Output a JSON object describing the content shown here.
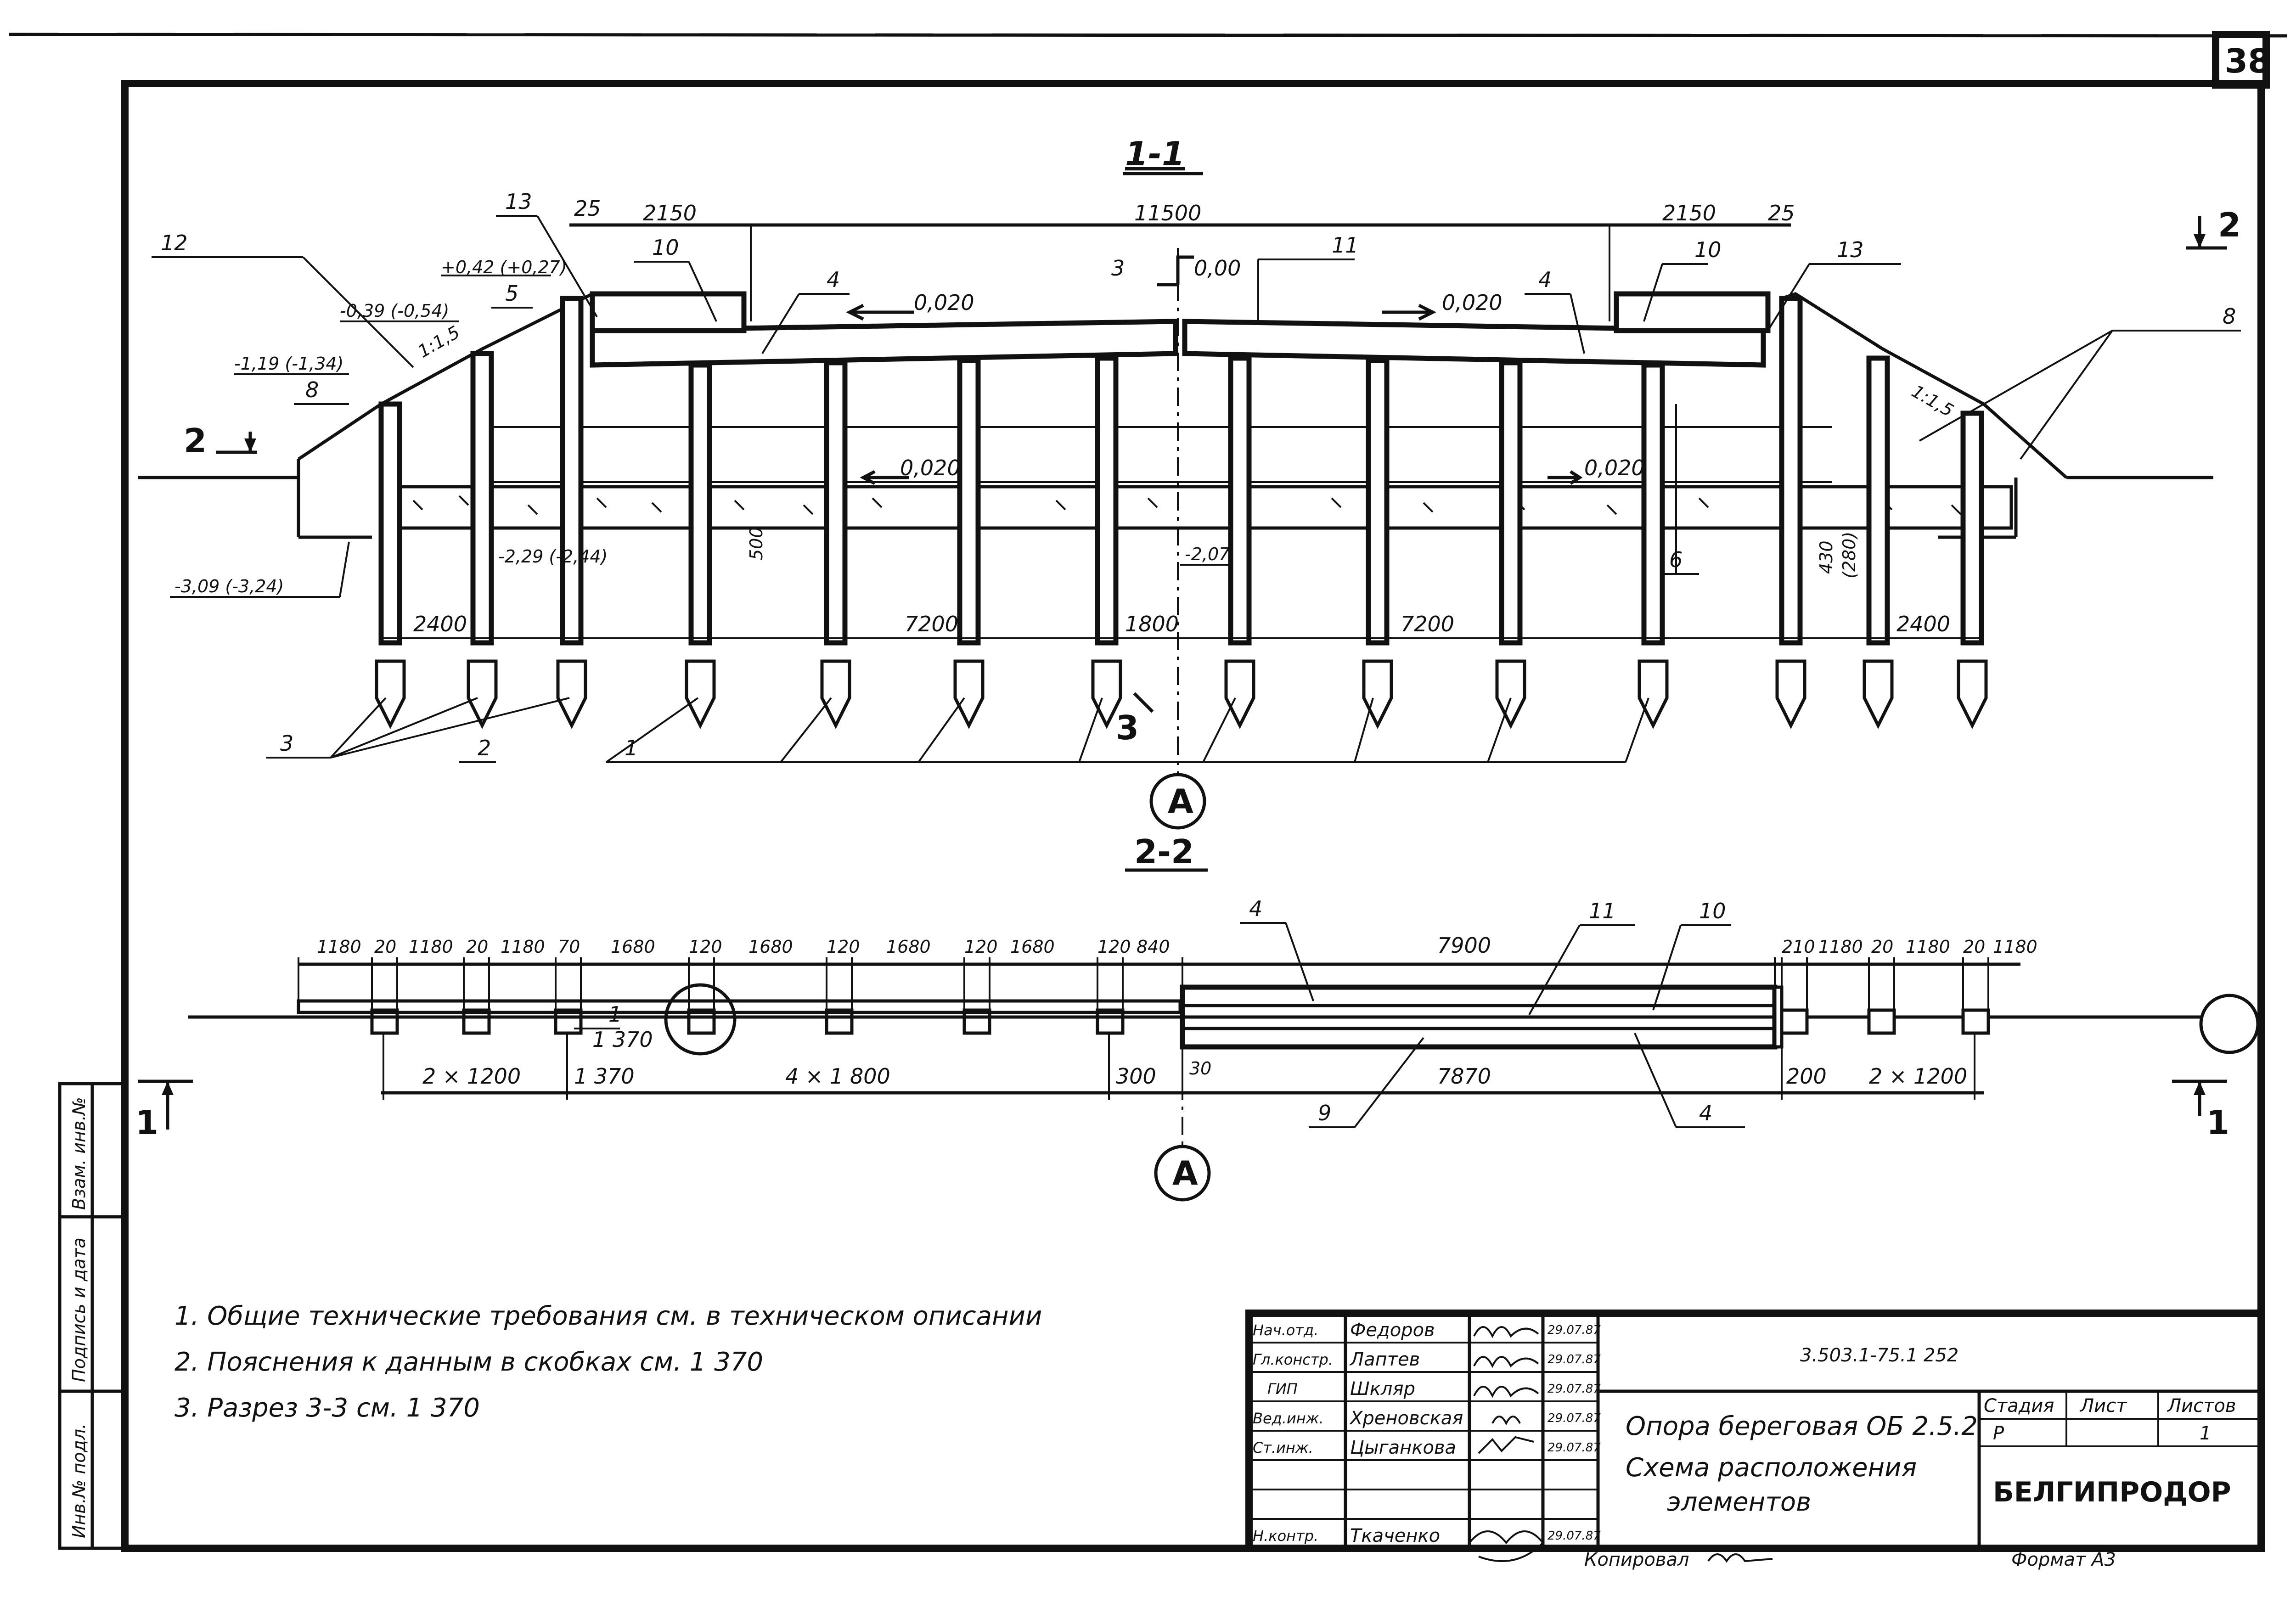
{
  "page_number": "38",
  "section_1_1": {
    "title": "1-1",
    "dim_top": [
      "25",
      "2150",
      "11500",
      "2150",
      "25"
    ],
    "slope_labels": [
      "0,020",
      "0,020"
    ],
    "slope_labels_lower": [
      "0,020",
      "0,020"
    ],
    "zero_mark": "0,00",
    "elevations": {
      "e1": "+0,42 (+0,27)",
      "e2": "-0,39 (-0,54)",
      "e3": "-1,19 (-1,34)",
      "e4": "-3,09 (-3,24)",
      "e5": "-2,29 (-2,44)",
      "e6": "-2,07"
    },
    "slope_ratio_left": "1:1,5",
    "slope_ratio_right": "1:1,5",
    "dim_500": "500",
    "dim_430": "430",
    "dim_280": "(280)",
    "bottom_dims": [
      "2400",
      "7200",
      "1800",
      "7200",
      "2400"
    ],
    "callouts_top": [
      "12",
      "13",
      "10",
      "4",
      "3",
      "11",
      "10",
      "4",
      "13",
      "8"
    ],
    "callouts_mid": [
      "8",
      "5",
      "6"
    ],
    "callouts_bottom": [
      "3",
      "2",
      "1"
    ],
    "section_marker_2_left": "2",
    "section_marker_2_right": "2",
    "section_marker_3": "3",
    "axis_label": "A"
  },
  "section_2_2": {
    "title": "2-2",
    "top_dims": [
      "1180",
      "20",
      "1180",
      "20",
      "1180",
      "70",
      "1680",
      "120",
      "1680",
      "120",
      "1680",
      "120",
      "1680",
      "120",
      "840",
      "7900",
      "210",
      "1180",
      "20",
      "1180",
      "20",
      "1180"
    ],
    "bottom_dims": [
      "2 × 1200",
      "1 370",
      "4 × 1 800",
      "300",
      "30",
      "7870",
      "200",
      "2 × 1200"
    ],
    "callouts": [
      "4",
      "11",
      "10",
      "9",
      "4"
    ],
    "detail_ref_num": "1",
    "detail_ref_sheet": "1 370",
    "section_marker_1_left": "1",
    "section_marker_1_right": "1",
    "axis_label": "A"
  },
  "notes": [
    "1. Общие технические требования см. в техническом описании",
    "2. Пояснения к данным в скобках см. 1 370",
    "3. Разрез 3-3 см. 1 370"
  ],
  "left_margin_labels": [
    "Инв.№ подл.",
    "Подпись и дата",
    "Взам. инв.№"
  ],
  "title_block": {
    "staff": [
      {
        "role": "Нач.отд.",
        "name": "Федоров",
        "date": "29.07.87"
      },
      {
        "role": "Гл.констр.",
        "name": "Лаптев",
        "date": "29.07.87"
      },
      {
        "role": "ГИП",
        "name": "Шкляр",
        "date": "29.07.87"
      },
      {
        "role": "Вед.инж.",
        "name": "Хреновская",
        "date": "29.07.87"
      },
      {
        "role": "Ст.инж.",
        "name": "Цыганкова",
        "date": "29.07.87"
      },
      {
        "role": "",
        "name": "",
        "date": ""
      },
      {
        "role": "",
        "name": "",
        "date": ""
      },
      {
        "role": "Н.контр.",
        "name": "Ткаченко",
        "date": "29.07.87"
      }
    ],
    "doc_code": "3.503.1-75.1 252",
    "title_line1": "Опора береговая ОБ 2.5.2",
    "title_line2": "Схема расположения",
    "title_line3": "элементов",
    "stage_label": "Стадия",
    "sheet_label": "Лист",
    "sheets_label": "Листов",
    "stage_value": "Р",
    "sheet_value": "",
    "sheets_value": "1",
    "organization": "БЕЛГИПРОДОР",
    "copied": "Копировал",
    "format": "Формат А3"
  }
}
